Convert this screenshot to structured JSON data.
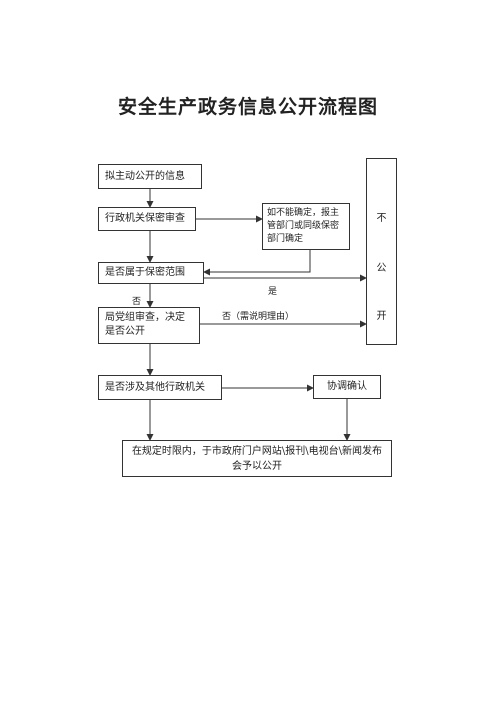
{
  "title": "安全生产政务信息公开流程图",
  "nodes": {
    "draft": "拟主动公开的信息",
    "review": "行政机关保密审查",
    "uncertain": "如不能确定，报主管部门或同级保密部门确定",
    "secret_scope": "是否属于保密范围",
    "party_review": "局党组审查，决定是否公开",
    "other_agency": "是否涉及其他行政机关",
    "coordinate": "协调确认",
    "publish": "在规定时限内，于市政府门户网站\\报刊\\电视台\\新闻发布会予以公开",
    "not_public": [
      "不",
      "公",
      "开"
    ]
  },
  "labels": {
    "yes": "是",
    "no": "否",
    "no_reason": "否（需说明理由）"
  }
}
